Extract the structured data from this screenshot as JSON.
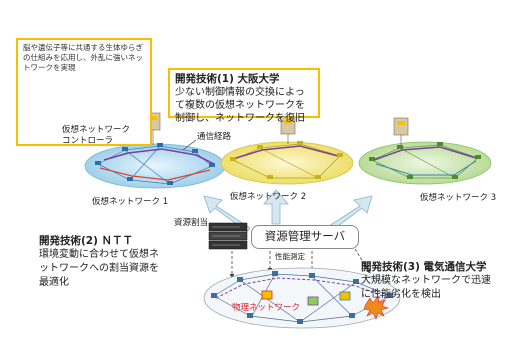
{
  "bio_note": "脳や遺伝子等に共通する生体ゆらぎの仕組みを応用し、外乱に強いネットワークを実現",
  "callout_osaka": {
    "title": "開発技術(1) 大阪大学",
    "body": "少ない制御情報の交換によって複数の仮想ネットワークを制御し、ネットワークを復旧"
  },
  "callout_ntt": {
    "title": "開発技術(2) ＮＴＴ",
    "body": "環境変動に合わせて仮想ネットワークへの割当資源を最適化"
  },
  "callout_uec": {
    "title": "開発技術(3) 電気通信大学",
    "body": "大規模なネットワークで迅速に性能劣化を検出"
  },
  "labels": {
    "controller": "仮想ネットワーク\nコントローラ",
    "path": "通信経路",
    "vnet1": "仮想ネットワーク 1",
    "vnet2": "仮想ネットワーク 2",
    "vnet3": "仮想ネットワーク 3",
    "allocation": "資源割当",
    "server": "資源管理サーバ",
    "measurement": "性能測定",
    "physical": "物理ネットワーク"
  },
  "colors": {
    "callout_border": "#f5c000",
    "vnet1_fill": "#bfe2f4",
    "vnet2_fill": "#f6efa2",
    "vnet3_fill": "#cfe8b8",
    "arrow_fill": "#d5e8f2",
    "physical_label": "#e0242a"
  }
}
